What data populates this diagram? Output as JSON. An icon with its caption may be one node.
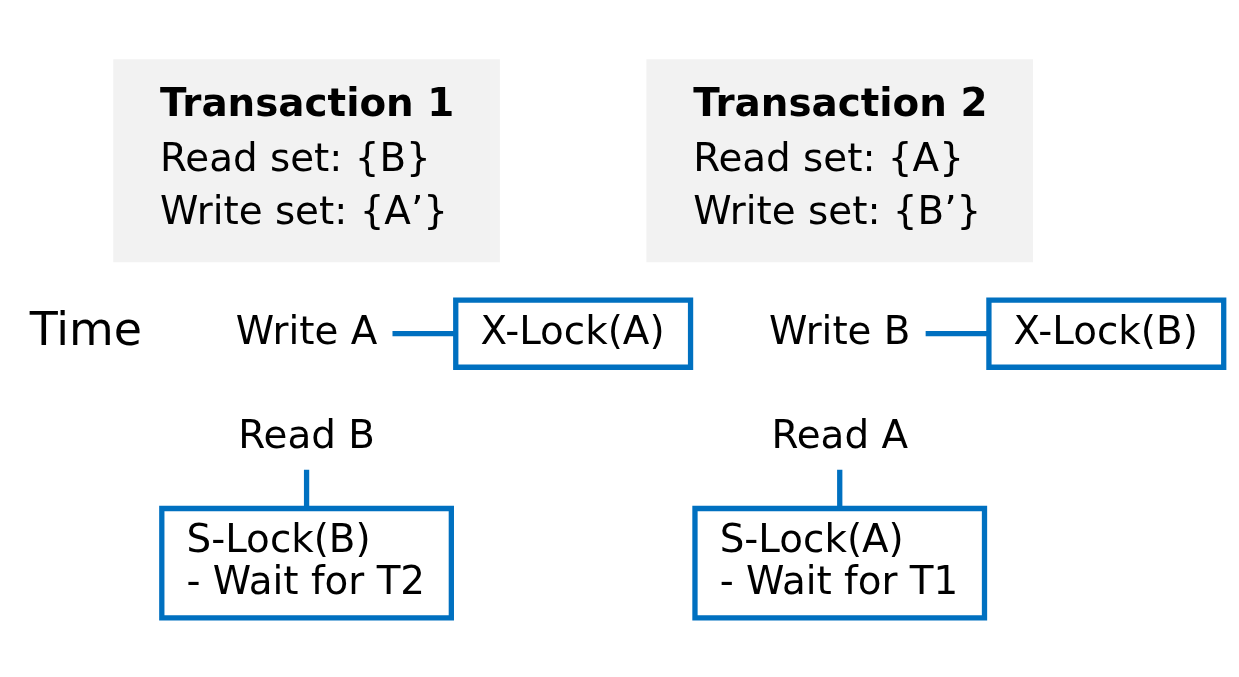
{
  "diagram": {
    "nodes": [
      {
        "text": [
          "Transaction 1",
          "Read set: {B}",
          "Write set: {A’}"
        ]
      },
      {
        "text": [
          "Transaction 2",
          "Read set: {A}",
          "Write set: {B’}"
        ]
      },
      {
        "text": [
          "Write A"
        ]
      },
      {
        "text": [
          "X-Lock(A)"
        ]
      },
      {
        "text": [
          "Read B"
        ]
      },
      {
        "text": [
          "S-Lock(B)",
          "- Wait for T2"
        ]
      },
      {
        "text": [
          "Write B"
        ]
      },
      {
        "text": [
          "X-Lock(B)"
        ]
      },
      {
        "text": [
          "Read A"
        ]
      },
      {
        "text": [
          "S-Lock(A)",
          "- Wait for T1"
        ]
      }
    ],
    "edges": [
      {
        "from": 2,
        "to": 3,
        "arrow": "none"
      },
      {
        "from": 4,
        "to": 5,
        "arrow": "none"
      },
      {
        "from": 6,
        "to": 7,
        "arrow": "none"
      },
      {
        "from": 8,
        "to": 9,
        "arrow": "none"
      }
    ],
    "labels": [
      "Time"
    ]
  }
}
